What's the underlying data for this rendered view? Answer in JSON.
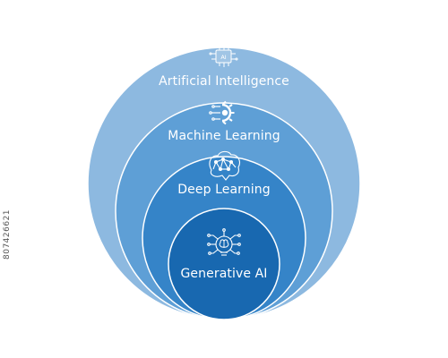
{
  "diagram": {
    "type": "nested-circles",
    "layers": [
      {
        "label": "Artificial Intelligence",
        "icon": "ai-chip-icon",
        "color": "#8db9e0"
      },
      {
        "label": "Machine Learning",
        "icon": "gear-circuit-icon",
        "color": "#5e9fd6"
      },
      {
        "label": "Deep Learning",
        "icon": "neural-brain-icon",
        "color": "#3584c8"
      },
      {
        "label": "Generative AI",
        "icon": "ai-brain-bulb-icon",
        "color": "#1868b0"
      }
    ],
    "chip_text": "AI",
    "ring_stroke": "#ffffff"
  },
  "side_id": "807426621"
}
